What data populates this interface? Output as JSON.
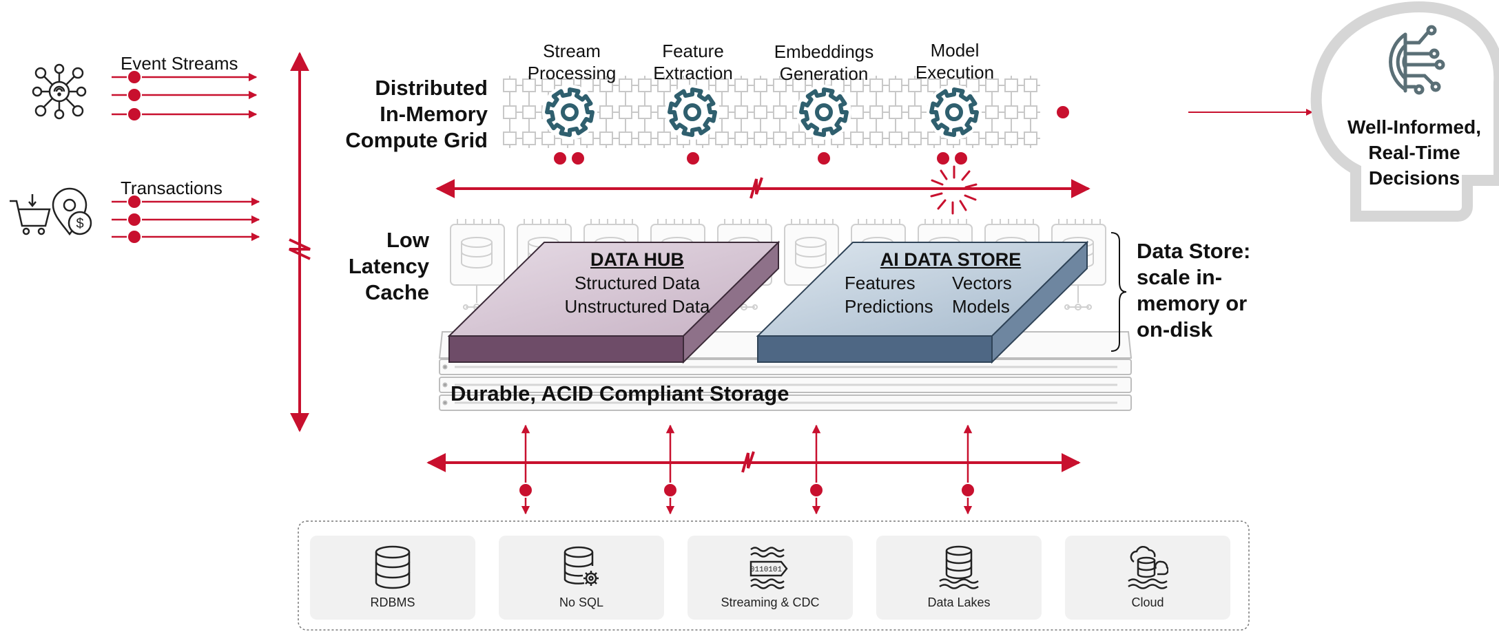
{
  "inputs": {
    "event_streams": "Event Streams",
    "transactions": "Transactions"
  },
  "compute": {
    "title_lines": [
      "Distributed",
      "In-Memory",
      "Compute Grid"
    ],
    "gears": [
      {
        "lines": [
          "Stream",
          "Processing"
        ]
      },
      {
        "lines": [
          "Feature",
          "Extraction"
        ]
      },
      {
        "lines": [
          "Embeddings",
          "Generation"
        ]
      },
      {
        "lines": [
          "Model",
          "Execution"
        ]
      }
    ]
  },
  "cache": {
    "title_lines": [
      "Low",
      "Latency",
      "Cache"
    ]
  },
  "data_hub": {
    "title": "DATA HUB",
    "line1": "Structured Data",
    "line2": "Unstructured Data"
  },
  "ai_store": {
    "title": "AI DATA STORE",
    "row1_left": "Features",
    "row1_right": "Vectors",
    "row2_left": "Predictions",
    "row2_right": "Models"
  },
  "storage_label": "Durable, ACID Compliant Storage",
  "data_store_note": [
    "Data Store:",
    "scale in-",
    "memory or",
    "on-disk"
  ],
  "output": [
    "Well-Informed,",
    "Real-Time",
    "Decisions"
  ],
  "sources": [
    {
      "label": "RDBMS",
      "icon": "database-icon"
    },
    {
      "label": "No SQL",
      "icon": "database-gear-icon"
    },
    {
      "label": "Streaming & CDC",
      "icon": "binary-stream-icon"
    },
    {
      "label": "Data Lakes",
      "icon": "data-lake-icon"
    },
    {
      "label": "Cloud",
      "icon": "cloud-database-icon"
    }
  ],
  "colors": {
    "accent_red": "#c8102e",
    "teal": "#2f5f6e",
    "hub_purple": "#c9b3c6",
    "store_blue": "#a9bccf",
    "grid_gray": "#c8c8c8"
  }
}
